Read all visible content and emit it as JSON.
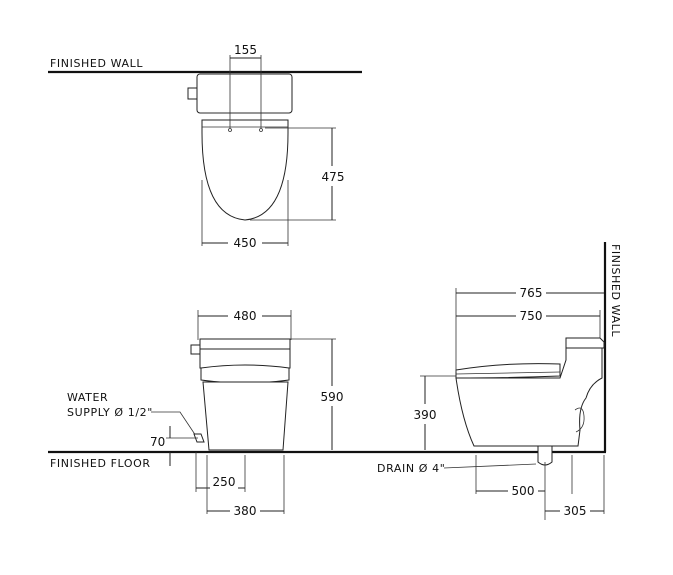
{
  "labels": {
    "finished_wall_top": "FINISHED  WALL",
    "finished_wall_side": "FINISHED  WALL",
    "finished_floor": "FINISHED  FLOOR",
    "water_supply_line1": "WATER",
    "water_supply_line2": "SUPPLY Ø 1/2\"",
    "drain": "DRAIN Ø 4\""
  },
  "dimensions": {
    "tank_holes": "155",
    "seat_depth": "475",
    "seat_width": "450",
    "front_width": "480",
    "height_total": "590",
    "supply_height": "70",
    "supply_offset": "250",
    "front_base": "380",
    "total_length": "765",
    "seat_length": "750",
    "seat_height": "390",
    "drain_distance": "500",
    "rough_in": "305"
  }
}
